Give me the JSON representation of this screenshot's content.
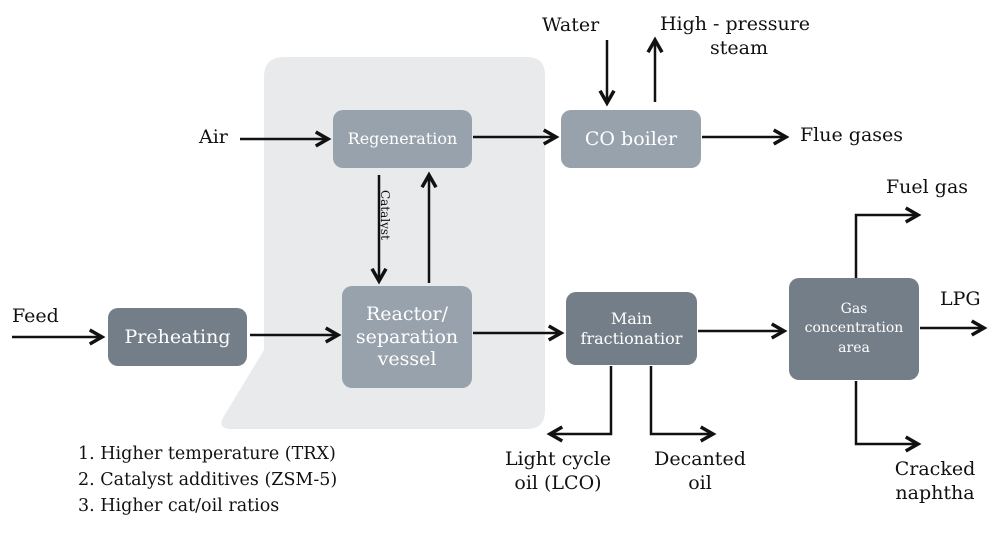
{
  "diagram": {
    "type": "process-flow",
    "title": "Fluid catalytic cracking process flow",
    "units": {
      "preheating": "Preheating",
      "regeneration": "Regeneration",
      "reactor": [
        "Reactor/",
        "separation",
        "vessel"
      ],
      "co_boiler": "CO boiler",
      "main_fractionator": [
        "Main",
        "fractionatior"
      ],
      "gas_concentration": [
        "Gas",
        "concentration",
        "area"
      ]
    },
    "streams": {
      "feed": "Feed",
      "air": "Air",
      "water": "Water",
      "steam": [
        "High - pressure",
        "steam"
      ],
      "flue_gases": "Flue gases",
      "catalyst": "Catalyst",
      "fuel_gas": "Fuel gas",
      "lpg": "LPG",
      "cracked_naphtha": [
        "Cracked",
        "naphtha"
      ],
      "lco": [
        "Light cycle",
        "oil (LCO)"
      ],
      "decanted_oil": [
        "Decanted",
        "oil"
      ]
    },
    "notes": [
      "1. Higher temperature (TRX)",
      "2. Catalyst additives (ZSM-5)",
      "3. Higher cat/oil ratios"
    ],
    "colors": {
      "highlight_panel": "#e8eaec",
      "unit_light": "#98a2ad",
      "unit_dark": "#747e88",
      "arrow": "#111111"
    }
  }
}
